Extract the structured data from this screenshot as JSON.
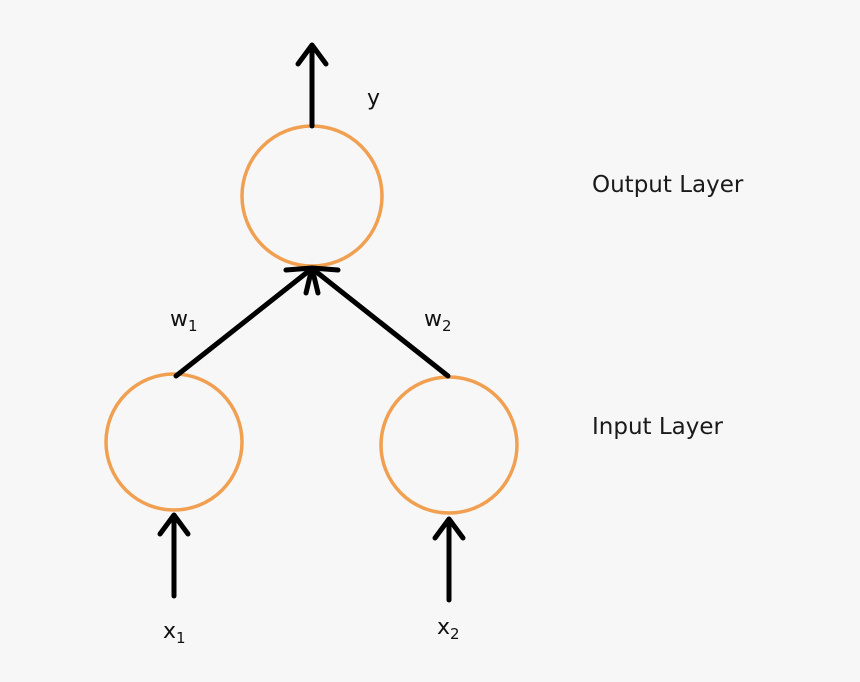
{
  "diagram": {
    "node_color": "#f0a050",
    "labels": {
      "output_layer": "Output Layer",
      "input_layer": "Input Layer"
    },
    "variables": {
      "y": {
        "base": "y",
        "sub": ""
      },
      "w1": {
        "base": "w",
        "sub": "1"
      },
      "w2": {
        "base": "w",
        "sub": "2"
      },
      "x1": {
        "base": "x",
        "sub": "1"
      },
      "x2": {
        "base": "x",
        "sub": "2"
      }
    }
  }
}
